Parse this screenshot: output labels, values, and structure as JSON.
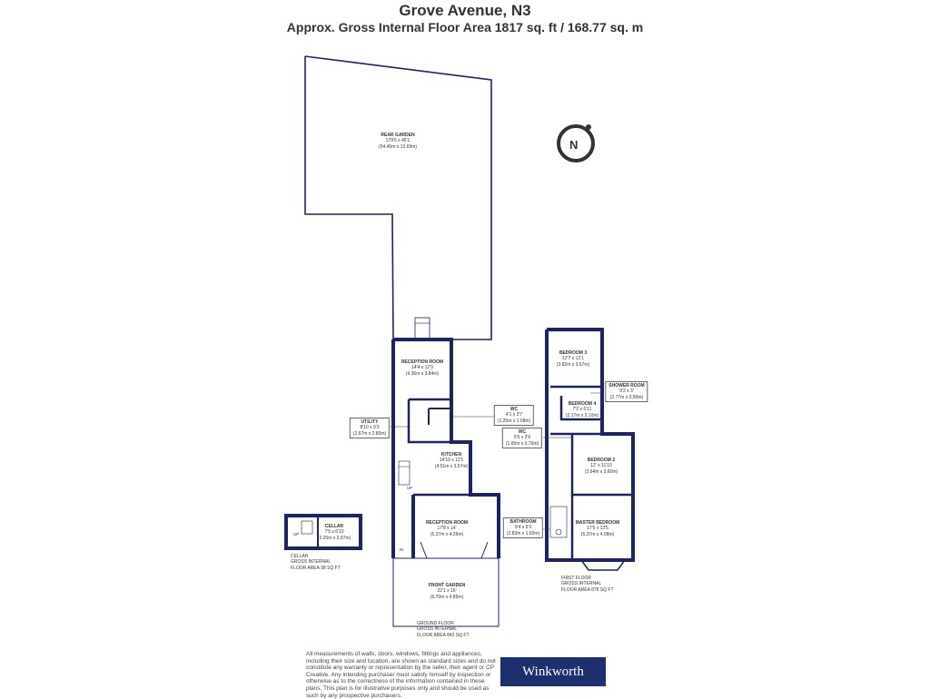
{
  "header": {
    "title": "Grove Avenue, N3",
    "subtitle": "Approx. Gross Internal Floor Area 1817 sq. ft / 168.77 sq. m"
  },
  "rooms": {
    "rear_garden": {
      "name": "REAR GARDEN",
      "imperial": "179'6 x 45'1",
      "metric": "(54.45m x 13.69m)"
    },
    "reception_room_rear": {
      "name": "RECEPTION ROOM",
      "imperial": "14'4 x 12'9",
      "metric": "(4.36m x 3.84m)"
    },
    "utility": {
      "name": "UTILITY",
      "imperial": "8'10 x 9'3",
      "metric": "(2.67m x 2.80m)"
    },
    "wc_ground": {
      "name": "WC",
      "imperial": "4'1 x 3'7",
      "metric": "(1.26m x 1.08m)"
    },
    "kitchen": {
      "name": "KITCHEN",
      "imperial": "14'10 x 11'5",
      "metric": "(4.51m x 3.57m)"
    },
    "reception_room_front": {
      "name": "RECEPTION ROOM",
      "imperial": "17'8 x 14'",
      "metric": "(5.37m x 4.26m)"
    },
    "front_garden": {
      "name": "FRONT GARDEN",
      "imperial": "22'1 x 16'",
      "metric": "(6.70m x 4.85m)"
    },
    "cellar": {
      "name": "CELLAR",
      "imperial": "7'5 x 6'10",
      "metric": "(2.25m x 2.07m)"
    },
    "bedroom_3": {
      "name": "BEDROOM 3",
      "imperial": "12'7 x 12'1",
      "metric": "(3.82m x 3.67m)"
    },
    "shower_room": {
      "name": "SHOWER ROOM",
      "imperial": "9'2 x 3'",
      "metric": "(2.77m x 0.90m)"
    },
    "bedroom_4": {
      "name": "BEDROOM 4",
      "imperial": "7'2 x 6'11",
      "metric": "(2.17m x 2.10m)"
    },
    "wc_first": {
      "name": "WC",
      "imperial": "5'5 x 2'6",
      "metric": "(1.65m x 0.76m)"
    },
    "bedroom_2": {
      "name": "BEDROOM 2",
      "imperial": "12' x 11'10",
      "metric": "(3.64m x 3.60m)"
    },
    "bathroom": {
      "name": "BATHROOM",
      "imperial": "9'4 x 5'3",
      "metric": "(2.83m x 1.60m)"
    },
    "master_bedroom": {
      "name": "MASTER BEDROOM",
      "imperial": "17'6 x 13'5",
      "metric": "(5.37m x 4.08m)"
    }
  },
  "floors": {
    "cellar": [
      "CELLAR",
      "GROSS INTERNAL",
      "FLOOR AREA 98 SQ FT"
    ],
    "ground": [
      "GROUND FLOOR",
      "GROSS INTERNAL",
      "FLOOR AREA 842 SQ FT"
    ],
    "first": [
      "FIRST FLOOR",
      "GROSS INTERNAL",
      "FLOOR AREA 876 SQ FT"
    ]
  },
  "marks": {
    "up_cellar": "UP",
    "up_ground": "UP",
    "in": "IN",
    "compass": "N"
  },
  "disclaimer": "All measurements of walls, doors, windows, fittings and appliances, including their size and location, are shown as standard sizes and do not constitute any warranty or representation by the seller, their agent or CP Creative. Any intending purchaser must satisfy himself by inspection or otherwise as to the correctness of the information contained in these plans. This plan is for illustrative purposes only and should be used as such by any prospective purchasers.",
  "logo": "Winkworth",
  "colors": {
    "wall": "#1c2466",
    "line": "#1c2466",
    "logo_bg": "#1e2f6e",
    "text": "#333333"
  }
}
